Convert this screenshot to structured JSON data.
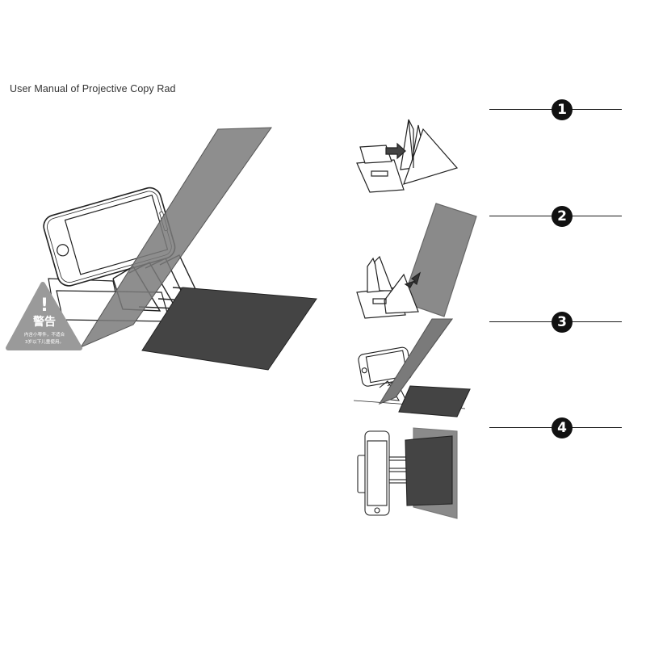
{
  "title": "User Manual of Projective Copy Rad",
  "warning": {
    "mark": "!",
    "heading": "警告",
    "line1": "内含小零件，不适合",
    "line2": "3岁以下儿童使用。"
  },
  "steps": [
    {
      "number": "1"
    },
    {
      "number": "2"
    },
    {
      "number": "3"
    },
    {
      "number": "4"
    }
  ],
  "colors": {
    "panel": "#7a7a7a",
    "paper": "#444444",
    "warning_bg": "#9a9a9a",
    "line": "#1a1a1a"
  }
}
